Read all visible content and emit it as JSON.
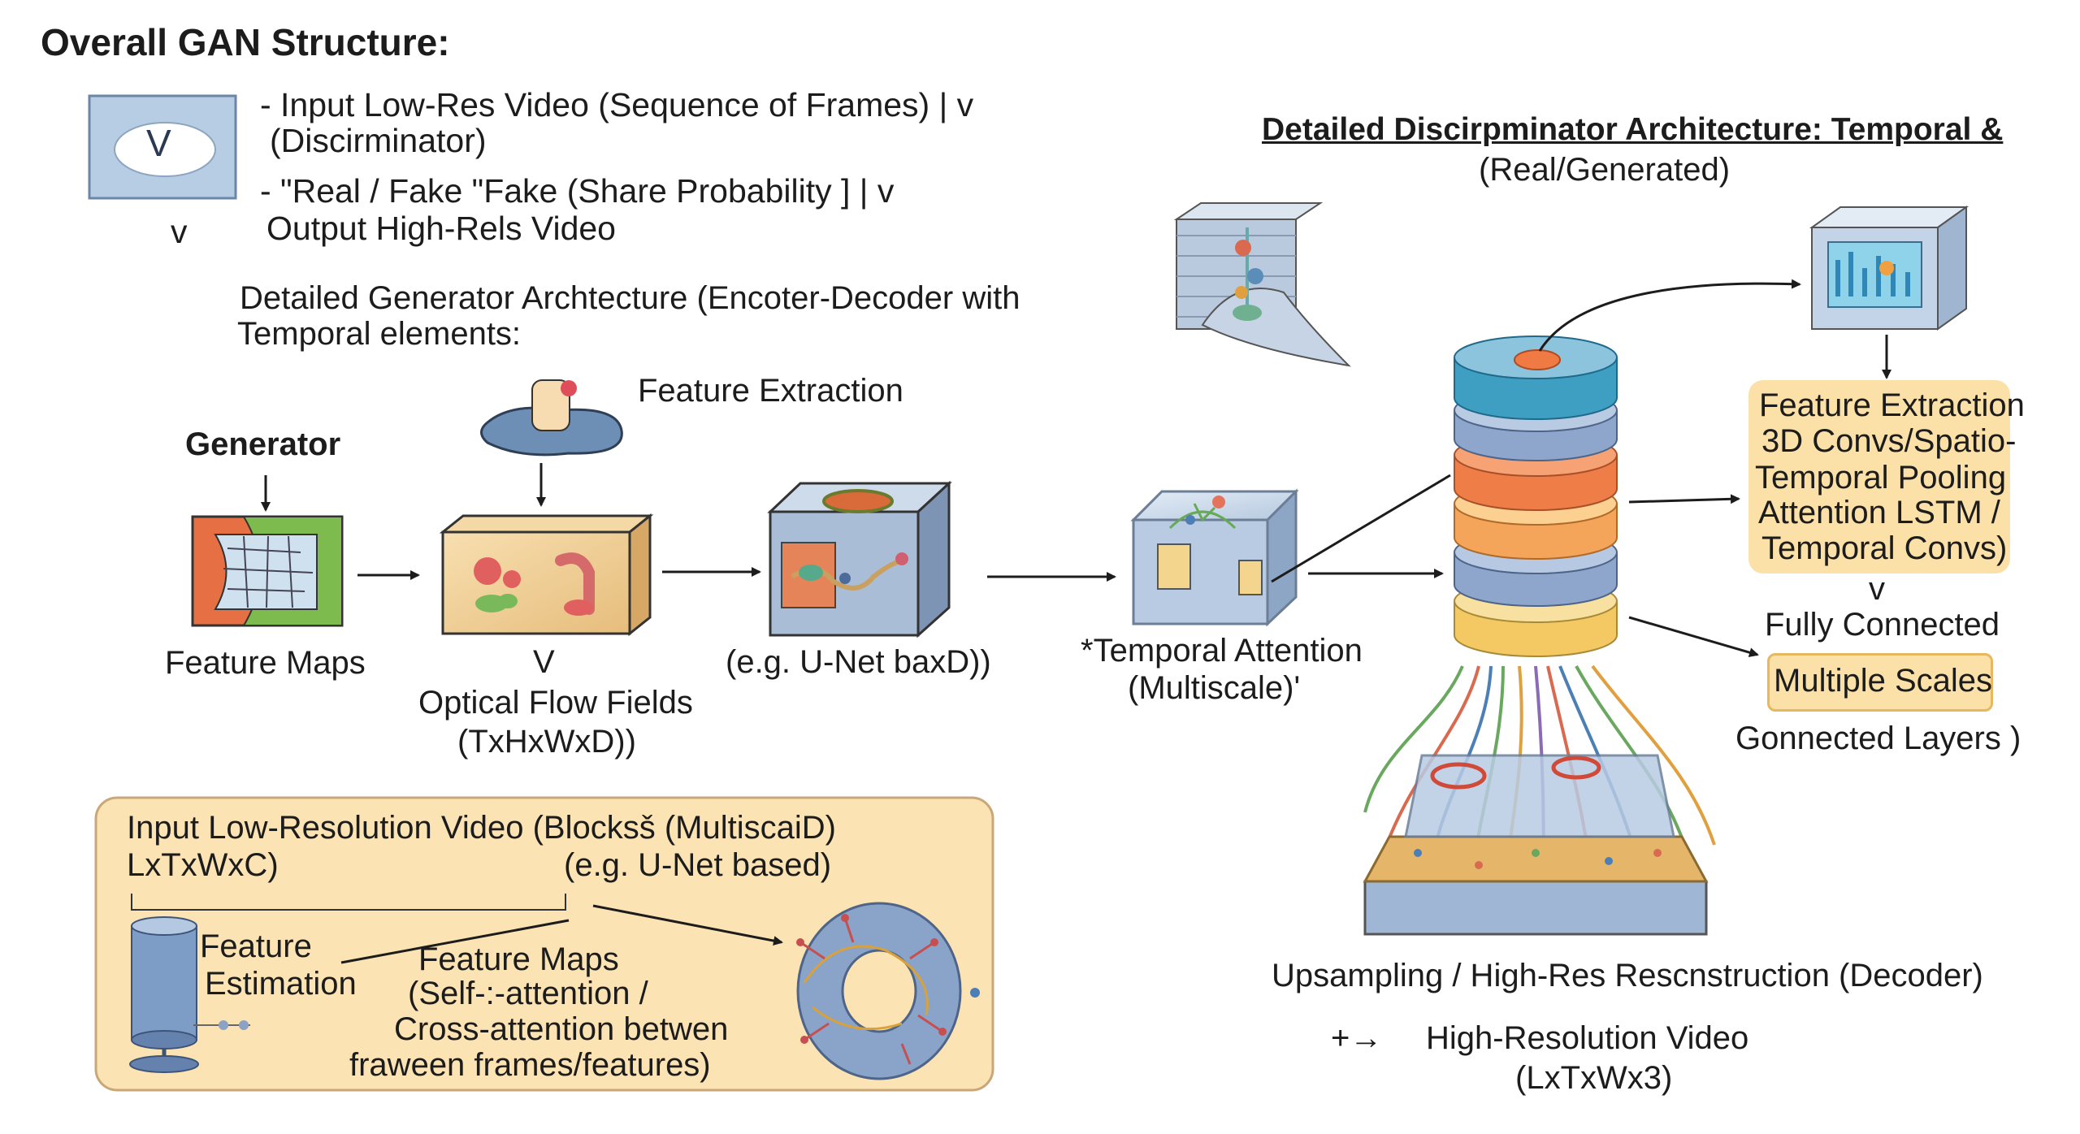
{
  "title": "Overall GAN Structure:",
  "overall": {
    "node_symbol": "V",
    "arrow_v": "v",
    "line1": "- Input Low-Res Video (Sequence of Frames) | v",
    "line2": "(Discirminator)",
    "line3": "-  \"Real / Fake \"Fake (Share Probability ] | v",
    "line4": "Output High-Rels Video"
  },
  "generator_section": {
    "heading_line1": "Detailed Generator Archtecture (Encoter-Decoder  with",
    "heading_line2": "Temporal elements:",
    "feature_extraction": "Feature Extraction",
    "generator_label": "Generator",
    "feature_maps": "Feature Maps",
    "v_mark": "V",
    "optical_line1": "Optical Flow Fields",
    "optical_line2": "(TxHxWxD))",
    "unet_label": "(e.g. U-Net baxD))",
    "temporal_line1": "*Temporal Attention",
    "temporal_line2": "(Multiscale)'"
  },
  "bottom_panel": {
    "line1": "Input Low-Resolution Video (Blocksš (MultiscaiD)",
    "line2": "LxTxWxC)",
    "line3": "(e.g. U-Net based)",
    "feature_est_1": "Feature",
    "feature_est_2": "Estimation",
    "fm_line1": "Feature Maps",
    "fm_line2": "(Self-:-attention /",
    "fm_line3": "Cross-attention betwen",
    "fm_line4": "fraween frames/features)"
  },
  "discriminator": {
    "title": "Detailed Discirpminator Architecture: Temporal &",
    "subtitle": "(Real/Generated)",
    "fe_line1": "Feature Extraction",
    "fe_line2": "3D Convs/Spatio-",
    "fe_line3": "Temporal Pooling",
    "fe_line4": "Attention LSTM /",
    "fe_line5": "Temporal Convs)",
    "v_mark": "v",
    "fully_connected": "Fully Connected",
    "multiple_scales": "Multiple Scales",
    "connected_layers": "Gonnected Layers )",
    "upsampling": "Upsampling / High-Res Rescnstruction (Decoder)",
    "plus_arrow": "+→",
    "hr_video": "High-Resolution Video",
    "hr_dims": "(LxTxWx3)"
  },
  "colors": {
    "panel_fill": "#fbe3b4",
    "panel_border": "#c9a779",
    "blue_box": "#b9cfe4",
    "teal_disc": "#3f9fc3",
    "orange_disc": "#f08650",
    "yellow_disc": "#f6d27a",
    "slate_disc": "#8ea6cc"
  }
}
